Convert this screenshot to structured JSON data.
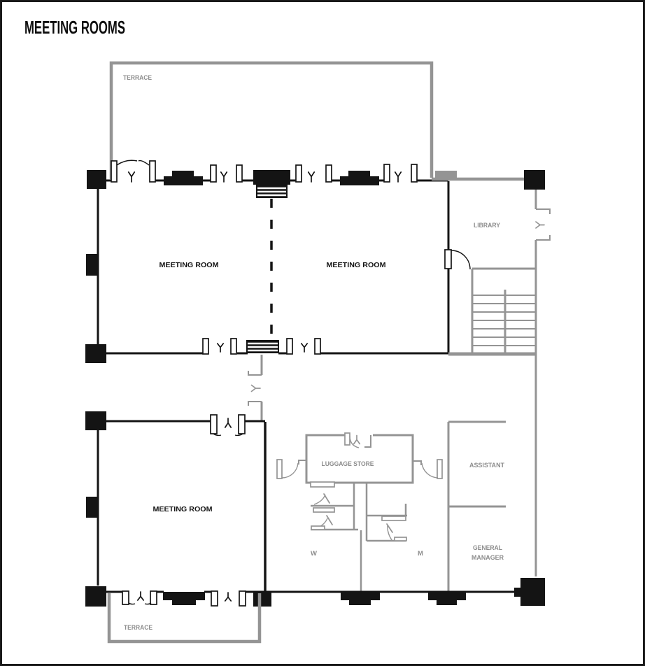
{
  "title": "MEETING ROOMS",
  "colors": {
    "wall_black": "#141414",
    "wall_gray": "#949494",
    "label_gray": "#8d8d8d",
    "background": "#ffffff"
  },
  "rooms": {
    "terrace_top": "TERRACE",
    "meeting_room_upper_left": "MEETING ROOM",
    "meeting_room_upper_right": "MEETING ROOM",
    "library": "LIBRARY",
    "meeting_room_lower": "MEETING ROOM",
    "luggage_store": "LUGGAGE STORE",
    "assistant": "ASSISTANT",
    "general_manager_line1": "GENERAL",
    "general_manager_line2": "MANAGER",
    "toilet_women": "W",
    "toilet_men": "M",
    "terrace_bottom": "TERRACE"
  }
}
